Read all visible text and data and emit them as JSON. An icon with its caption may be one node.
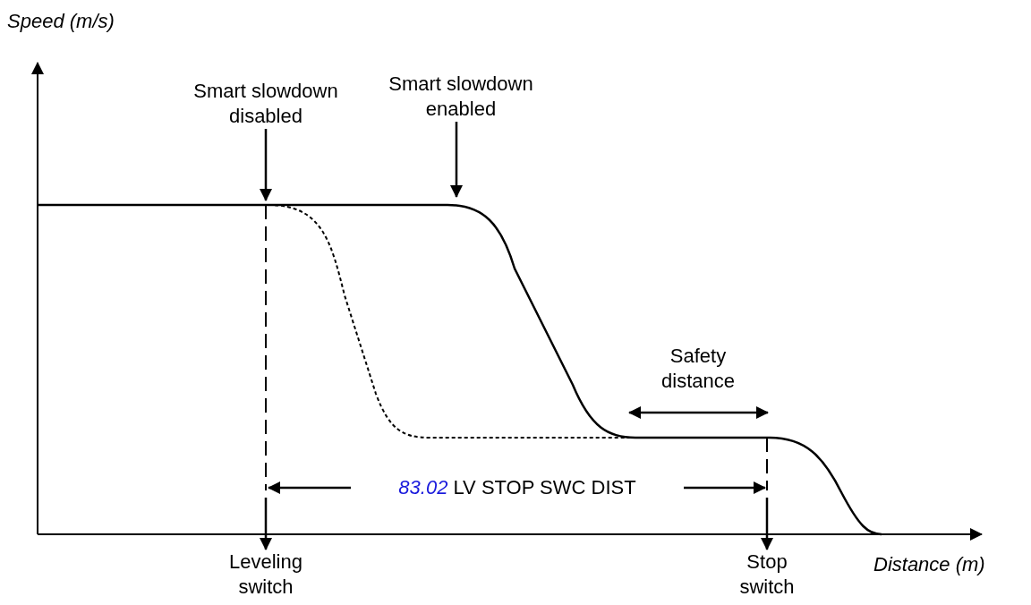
{
  "diagram": {
    "nodes": [
      {
        "text": [
          "Smart slowdown disabled"
        ]
      },
      {
        "text": [
          "Smart slowdown enabled"
        ]
      },
      {
        "text": [
          "Leveling switch"
        ]
      },
      {
        "text": [
          "Stop switch"
        ]
      }
    ],
    "edges": [
      {
        "from": 0,
        "to": null,
        "arrow": "to"
      },
      {
        "from": 1,
        "to": null,
        "arrow": "to"
      },
      {
        "from": null,
        "to": 2,
        "arrow": "to"
      },
      {
        "from": null,
        "to": 3,
        "arrow": "to"
      }
    ],
    "labels": [
      "Speed (m/s)",
      "Safety distance",
      "*83.02* LV STOP SWC DIST",
      "Distance (m)"
    ]
  }
}
